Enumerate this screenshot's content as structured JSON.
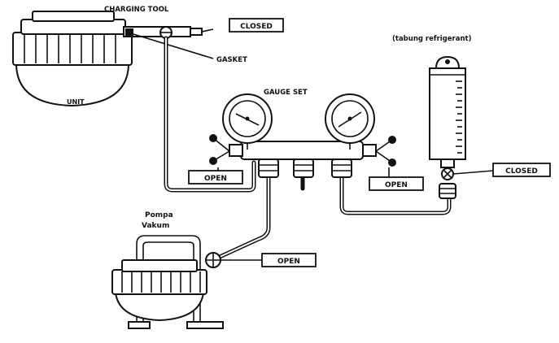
{
  "labels": {
    "charging_tool": "CHARGING TOOL",
    "gasket": "GASKET",
    "unit": "UNIT",
    "gauge_set": "GAUGE SET",
    "tabung": "(tabung refrigerant)",
    "pompa_line1": "Pompa",
    "pompa_line2": "Vakum"
  },
  "valve_tags": {
    "charging_tool_valve": "CLOSED",
    "low_side_valve": "OPEN",
    "high_side_valve": "OPEN",
    "refrigerant_valve": "CLOSED",
    "pump_valve": "OPEN"
  }
}
